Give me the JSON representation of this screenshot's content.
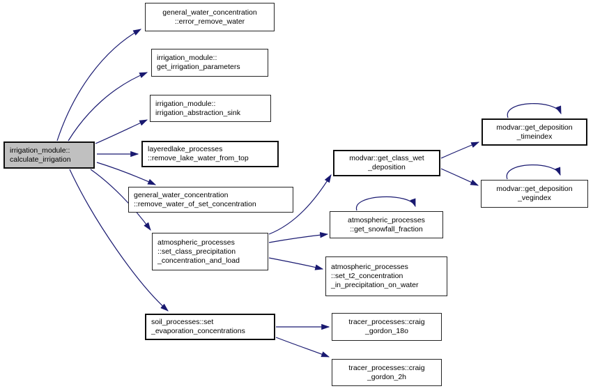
{
  "diagram": {
    "kind": "call-graph",
    "colors": {
      "edge": "#191970",
      "node_border": "#000000",
      "node_fill": "#ffffff",
      "focus_node_fill": "#c0c0c0",
      "background": "#ffffff"
    },
    "nodes": [
      {
        "id": "calculate-irrigation",
        "lines": [
          "irrigation_module::",
          "calculate_irrigation"
        ],
        "focus": true,
        "self_call": false
      },
      {
        "id": "error-remove-water",
        "lines": [
          "general_water_concentration",
          "::error_remove_water"
        ],
        "focus": false,
        "self_call": false
      },
      {
        "id": "get-irrigation-parameters",
        "lines": [
          "irrigation_module::",
          "get_irrigation_parameters"
        ],
        "focus": false,
        "self_call": false
      },
      {
        "id": "irrigation-abstraction-sink",
        "lines": [
          "irrigation_module::",
          "irrigation_abstraction_sink"
        ],
        "focus": false,
        "self_call": false
      },
      {
        "id": "remove-lake-water-from-top",
        "lines": [
          "layeredlake_processes",
          "::remove_lake_water_from_top"
        ],
        "focus": false,
        "self_call": false
      },
      {
        "id": "remove-water-of-set-concentration",
        "lines": [
          "general_water_concentration",
          "::remove_water_of_set_concentration"
        ],
        "focus": false,
        "self_call": false
      },
      {
        "id": "set-class-precipitation-concentration-and-load",
        "lines": [
          "atmospheric_processes",
          "::set_class_precipitation",
          "_concentration_and_load"
        ],
        "focus": false,
        "self_call": false
      },
      {
        "id": "set-evaporation-concentrations",
        "lines": [
          "soil_processes::set",
          "_evaporation_concentrations"
        ],
        "focus": false,
        "self_call": false
      },
      {
        "id": "get-class-wet-deposition",
        "lines": [
          "modvar::get_class_wet",
          "_deposition"
        ],
        "focus": false,
        "self_call": false
      },
      {
        "id": "get-snowfall-fraction",
        "lines": [
          "atmospheric_processes",
          "::get_snowfall_fraction"
        ],
        "focus": false,
        "self_call": true
      },
      {
        "id": "set-t2-concentration-in-precipitation-on-water",
        "lines": [
          "atmospheric_processes",
          "::set_t2_concentration",
          "_in_precipitation_on_water"
        ],
        "focus": false,
        "self_call": false
      },
      {
        "id": "craig-gordon-18o",
        "lines": [
          "tracer_processes::craig",
          "_gordon_18o"
        ],
        "focus": false,
        "self_call": false
      },
      {
        "id": "craig-gordon-2h",
        "lines": [
          "tracer_processes::craig",
          "_gordon_2h"
        ],
        "focus": false,
        "self_call": false
      },
      {
        "id": "get-deposition-timeindex",
        "lines": [
          "modvar::get_deposition",
          "_timeindex"
        ],
        "focus": false,
        "self_call": true
      },
      {
        "id": "get-deposition-vegindex",
        "lines": [
          "modvar::get_deposition",
          "_vegindex"
        ],
        "focus": false,
        "self_call": true
      }
    ],
    "edges": [
      {
        "from": "calculate-irrigation",
        "to": "error-remove-water"
      },
      {
        "from": "calculate-irrigation",
        "to": "get-irrigation-parameters"
      },
      {
        "from": "calculate-irrigation",
        "to": "irrigation-abstraction-sink"
      },
      {
        "from": "calculate-irrigation",
        "to": "remove-lake-water-from-top"
      },
      {
        "from": "calculate-irrigation",
        "to": "remove-water-of-set-concentration"
      },
      {
        "from": "calculate-irrigation",
        "to": "set-class-precipitation-concentration-and-load"
      },
      {
        "from": "calculate-irrigation",
        "to": "set-evaporation-concentrations"
      },
      {
        "from": "set-class-precipitation-concentration-and-load",
        "to": "get-class-wet-deposition"
      },
      {
        "from": "set-class-precipitation-concentration-and-load",
        "to": "get-snowfall-fraction"
      },
      {
        "from": "set-class-precipitation-concentration-and-load",
        "to": "set-t2-concentration-in-precipitation-on-water"
      },
      {
        "from": "get-class-wet-deposition",
        "to": "get-deposition-timeindex"
      },
      {
        "from": "get-class-wet-deposition",
        "to": "get-deposition-vegindex"
      },
      {
        "from": "set-evaporation-concentrations",
        "to": "craig-gordon-18o"
      },
      {
        "from": "set-evaporation-concentrations",
        "to": "craig-gordon-2h"
      },
      {
        "from": "get-snowfall-fraction",
        "to": "get-snowfall-fraction"
      },
      {
        "from": "get-deposition-timeindex",
        "to": "get-deposition-timeindex"
      },
      {
        "from": "get-deposition-vegindex",
        "to": "get-deposition-vegindex"
      }
    ]
  }
}
